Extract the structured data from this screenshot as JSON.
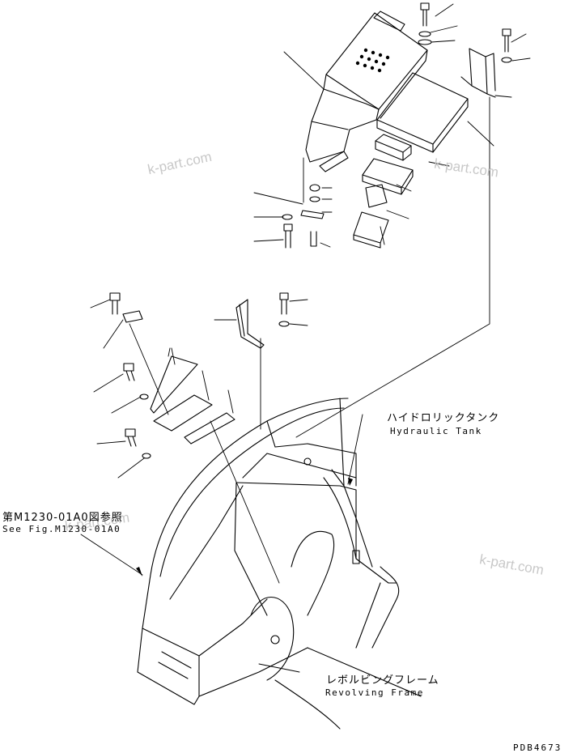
{
  "labels": {
    "hydraulic_tank_jp": "ハイドロリックタンク",
    "hydraulic_tank_en": "Hydraulic Tank",
    "see_fig_jp": "第M1230-01A0図参照",
    "see_fig_en": "See Fig.M1230-01A0",
    "revolving_frame_jp": "レボルビングフレーム",
    "revolving_frame_en": "Revolving Frame",
    "drawing_code": "PDB4673"
  },
  "watermarks": [
    "k-part.com",
    "k-part.com",
    "k-part.com",
    "k-part.com"
  ],
  "colors": {
    "line": "#000000",
    "watermark": "#c8c8c8",
    "background": "#ffffff"
  }
}
